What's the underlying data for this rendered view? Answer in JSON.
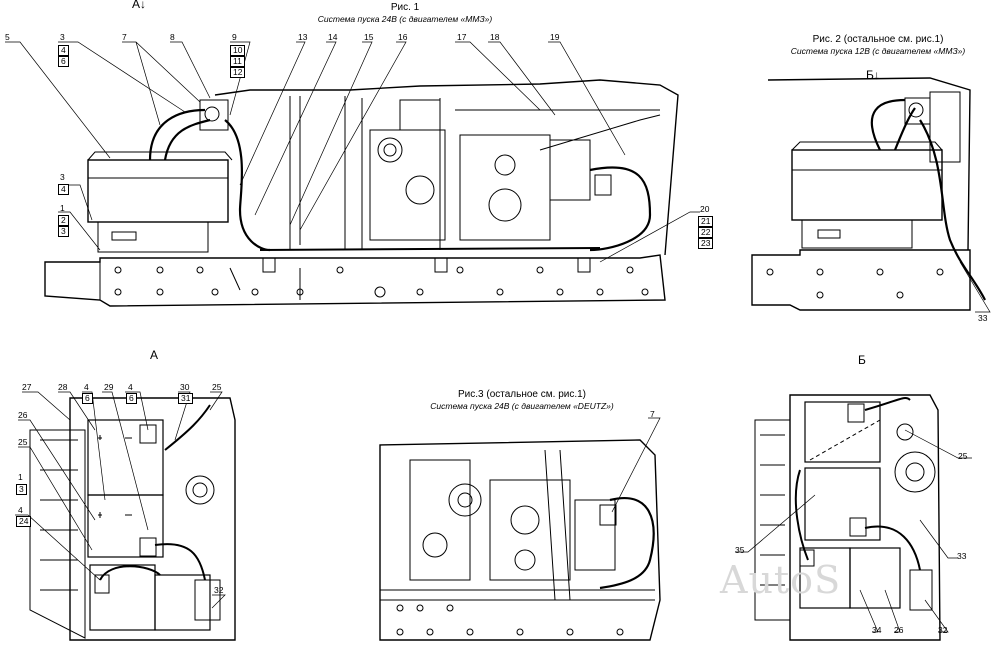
{
  "figures": {
    "fig1": {
      "title": "Рис. 1",
      "subtitle": "Система пуска 24В (с двигателем «ММЗ»)"
    },
    "fig2": {
      "title": "Рис. 2 (остальное см. рис.1)",
      "subtitle": "Система пуска 12В (с двигателем «ММЗ»)"
    },
    "fig3": {
      "title": "Рис.3 (остальное см. рис.1)",
      "subtitle": "Система пуска 24В (с двигателем «DEUTZ»)"
    }
  },
  "views": {
    "a_arrow": "А↓",
    "b_arrow": "Б↓",
    "a": "А",
    "b": "Б"
  },
  "callouts": {
    "fig1": [
      "5",
      "3",
      "4",
      "6",
      "7",
      "8",
      "9",
      "10",
      "11",
      "12",
      "13",
      "14",
      "15",
      "16",
      "17",
      "18",
      "19",
      "20",
      "21",
      "22",
      "23",
      "3",
      "4",
      "1",
      "2",
      "3"
    ],
    "fig2": [
      "33"
    ],
    "fig3": [
      "7"
    ],
    "viewA": [
      "27",
      "28",
      "4",
      "6",
      "29",
      "4",
      "6",
      "30",
      "31",
      "25",
      "26",
      "25",
      "1",
      "3",
      "4",
      "24",
      "32"
    ],
    "viewB": [
      "25",
      "35",
      "33",
      "34",
      "26",
      "32"
    ]
  },
  "watermark": "AutoS"
}
